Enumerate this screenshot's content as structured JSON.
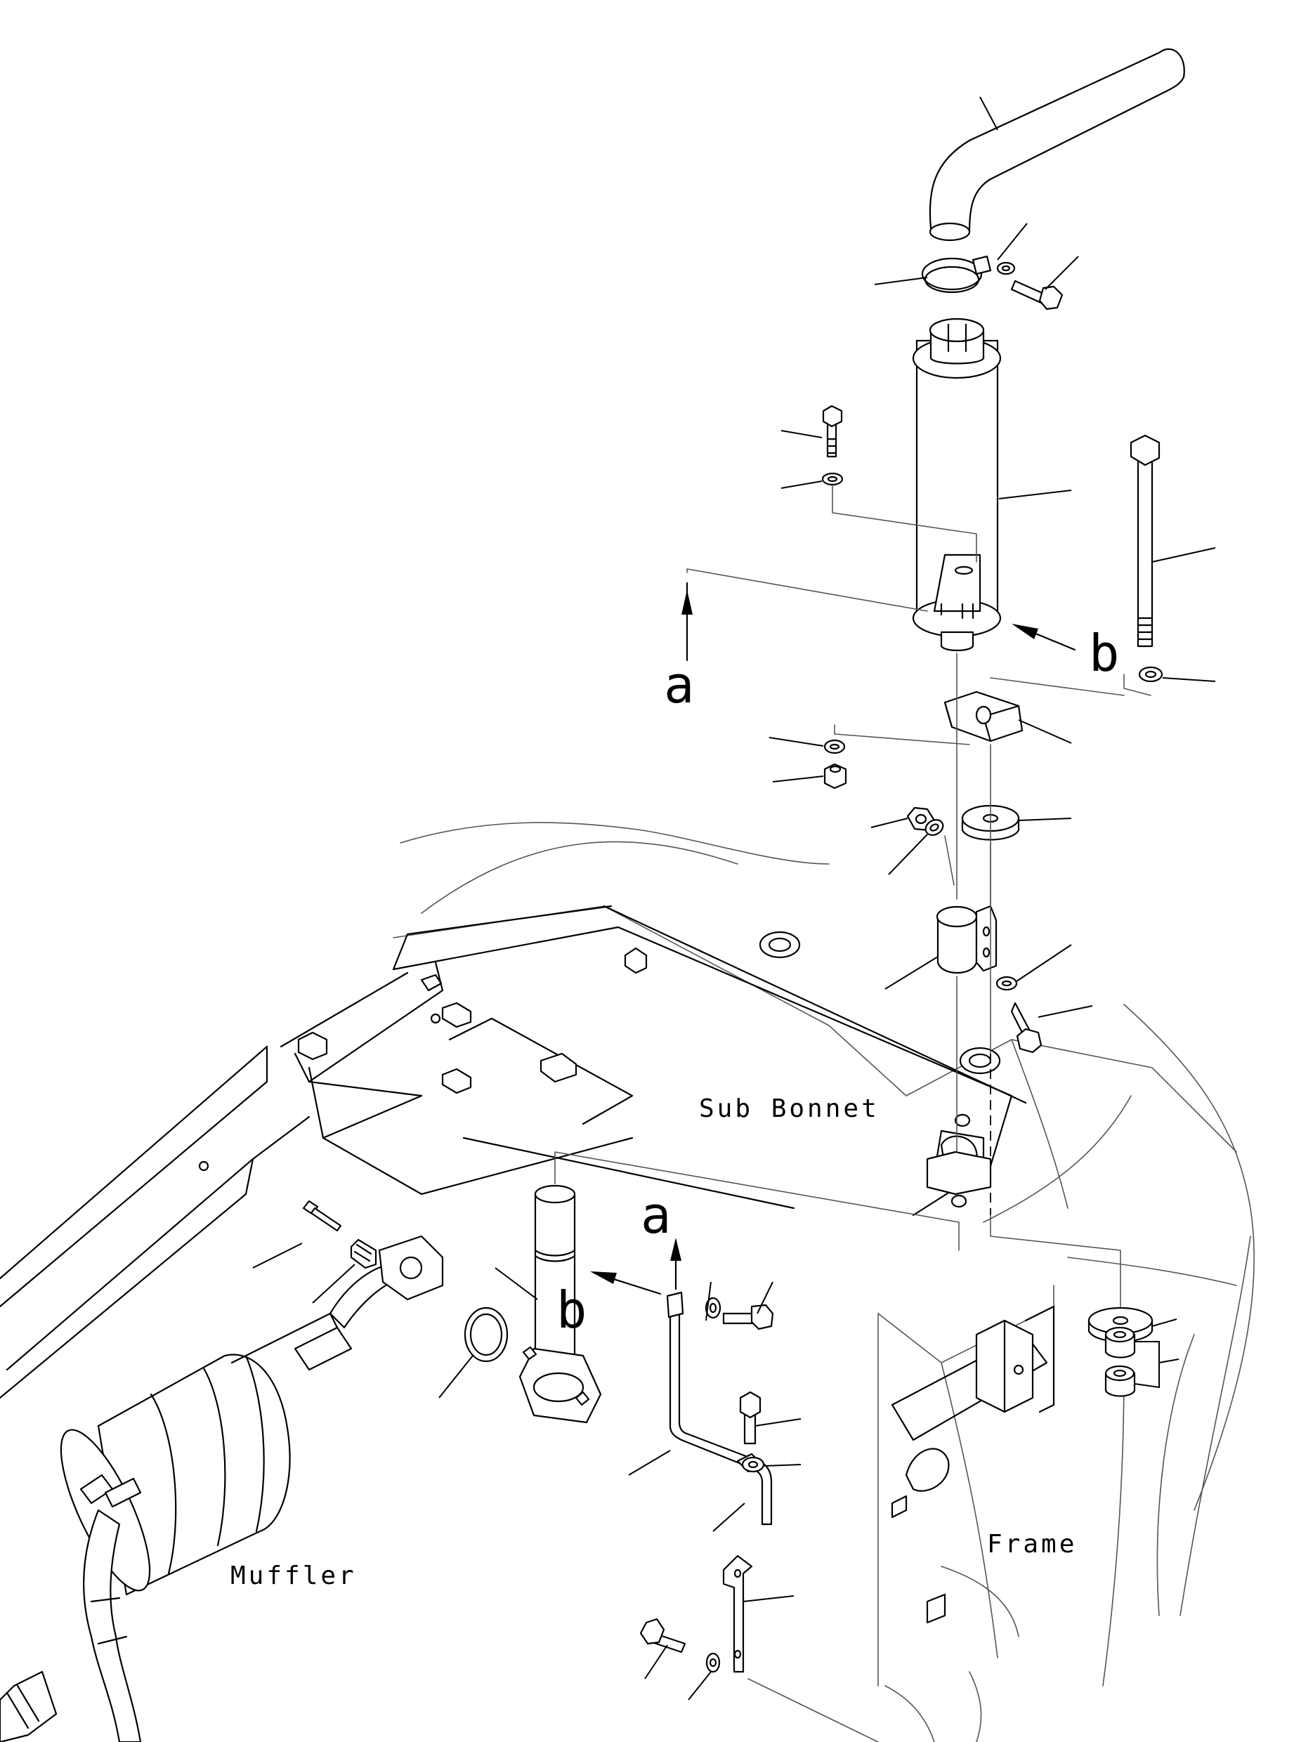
{
  "labels": {
    "sub_bonnet": "Sub Bonnet",
    "muffler": "Muffler",
    "frame": "Frame",
    "view_a_top": "a",
    "view_a_bottom": "a",
    "view_b_top": "b",
    "view_b_bottom": "b"
  },
  "icons": {
    "tail_pipe": "exhaust-tail-pipe-icon",
    "clamp": "band-clamp-icon",
    "silencer": "silencer-icon",
    "bolt": "hex-bolt-icon",
    "washer": "washer-icon",
    "nut": "hex-nut-icon",
    "bracket": "bracket-icon",
    "cushion": "rubber-cushion-icon",
    "stay": "stay-rod-icon",
    "elbow_pipe": "flanged-pipe-icon",
    "gasket": "gasket-ring-icon"
  }
}
